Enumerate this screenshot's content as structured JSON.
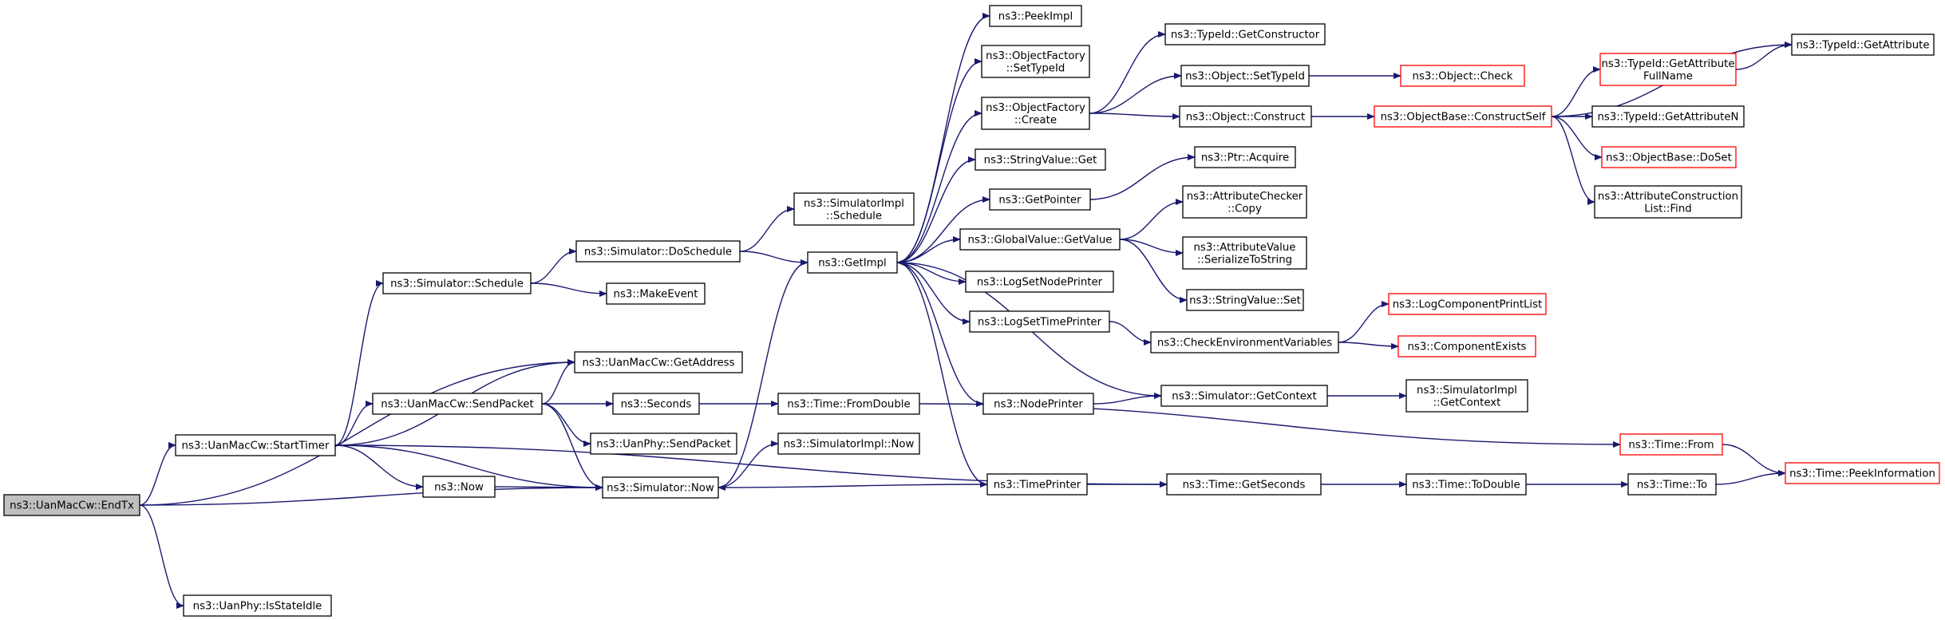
{
  "colors": {
    "edge": "#191970",
    "box_border": "#000000",
    "box_border_truncated": "#ff0000",
    "root_fill": "#bfbfbf"
  },
  "nodes": [
    {
      "id": "endtx",
      "lines": [
        "ns3::UanMacCw::EndTx"
      ],
      "style": "root"
    },
    {
      "id": "isidle",
      "lines": [
        "ns3::UanPhy::IsStateIdle"
      ],
      "style": "normal"
    },
    {
      "id": "starttimer",
      "lines": [
        "ns3::UanMacCw::StartTimer"
      ],
      "style": "normal"
    },
    {
      "id": "getaddress",
      "lines": [
        "ns3::UanMacCw::GetAddress"
      ],
      "style": "normal"
    },
    {
      "id": "simnow",
      "lines": [
        "ns3::Simulator::Now"
      ],
      "style": "normal"
    },
    {
      "id": "timegetseconds",
      "lines": [
        "ns3::Time::GetSeconds"
      ],
      "style": "normal"
    },
    {
      "id": "simschedule",
      "lines": [
        "ns3::Simulator::Schedule"
      ],
      "style": "normal"
    },
    {
      "id": "sendpacket",
      "lines": [
        "ns3::UanMacCw::SendPacket"
      ],
      "style": "normal"
    },
    {
      "id": "now",
      "lines": [
        "ns3::Now"
      ],
      "style": "normal"
    },
    {
      "id": "doschedule",
      "lines": [
        "ns3::Simulator::DoSchedule"
      ],
      "style": "normal"
    },
    {
      "id": "makeevent",
      "lines": [
        "ns3::MakeEvent"
      ],
      "style": "normal"
    },
    {
      "id": "simimplschedule",
      "lines": [
        "ns3::SimulatorImpl",
        "::Schedule"
      ],
      "style": "normal"
    },
    {
      "id": "getimpl",
      "lines": [
        "ns3::GetImpl"
      ],
      "style": "normal"
    },
    {
      "id": "seconds",
      "lines": [
        "ns3::Seconds"
      ],
      "style": "normal"
    },
    {
      "id": "physend",
      "lines": [
        "ns3::UanPhy::SendPacket"
      ],
      "style": "normal"
    },
    {
      "id": "timefromdouble",
      "lines": [
        "ns3::Time::FromDouble"
      ],
      "style": "normal"
    },
    {
      "id": "simimplnow",
      "lines": [
        "ns3::SimulatorImpl::Now"
      ],
      "style": "normal"
    },
    {
      "id": "peekimpl",
      "lines": [
        "ns3::PeekImpl"
      ],
      "style": "normal"
    },
    {
      "id": "ofsettypeid",
      "lines": [
        "ns3::ObjectFactory",
        "::SetTypeId"
      ],
      "style": "normal"
    },
    {
      "id": "ofcreate",
      "lines": [
        "ns3::ObjectFactory",
        "::Create"
      ],
      "style": "normal"
    },
    {
      "id": "stringvalueget",
      "lines": [
        "ns3::StringValue::Get"
      ],
      "style": "normal"
    },
    {
      "id": "getpointer",
      "lines": [
        "ns3::GetPointer"
      ],
      "style": "normal"
    },
    {
      "id": "gvgetvalue",
      "lines": [
        "ns3::GlobalValue::GetValue"
      ],
      "style": "normal"
    },
    {
      "id": "logsetnode",
      "lines": [
        "ns3::LogSetNodePrinter"
      ],
      "style": "normal"
    },
    {
      "id": "logsettime",
      "lines": [
        "ns3::LogSetTimePrinter"
      ],
      "style": "normal"
    },
    {
      "id": "nodeprinter",
      "lines": [
        "ns3::NodePrinter"
      ],
      "style": "normal"
    },
    {
      "id": "timeprinter",
      "lines": [
        "ns3::TimePrinter"
      ],
      "style": "normal"
    },
    {
      "id": "tidgetctor",
      "lines": [
        "ns3::TypeId::GetConstructor"
      ],
      "style": "normal"
    },
    {
      "id": "objsettypeid",
      "lines": [
        "ns3::Object::SetTypeId"
      ],
      "style": "normal"
    },
    {
      "id": "objconstruct",
      "lines": [
        "ns3::Object::Construct"
      ],
      "style": "normal"
    },
    {
      "id": "ptracquire",
      "lines": [
        "ns3::Ptr::Acquire"
      ],
      "style": "normal"
    },
    {
      "id": "acheckercopy",
      "lines": [
        "ns3::AttributeChecker",
        "::Copy"
      ],
      "style": "normal"
    },
    {
      "id": "avserialize",
      "lines": [
        "ns3::AttributeValue",
        "::SerializeToString"
      ],
      "style": "normal"
    },
    {
      "id": "stringvalueset",
      "lines": [
        "ns3::StringValue::Set"
      ],
      "style": "normal"
    },
    {
      "id": "checkenv",
      "lines": [
        "ns3::CheckEnvironmentVariables"
      ],
      "style": "normal"
    },
    {
      "id": "simgetcontext",
      "lines": [
        "ns3::Simulator::GetContext"
      ],
      "style": "normal"
    },
    {
      "id": "objcheck",
      "lines": [
        "ns3::Object::Check"
      ],
      "style": "truncated"
    },
    {
      "id": "obconstructself",
      "lines": [
        "ns3::ObjectBase::ConstructSelf"
      ],
      "style": "truncated"
    },
    {
      "id": "logcompprint",
      "lines": [
        "ns3::LogComponentPrintList"
      ],
      "style": "truncated"
    },
    {
      "id": "compexists",
      "lines": [
        "ns3::ComponentExists"
      ],
      "style": "truncated"
    },
    {
      "id": "simimplgetcontext",
      "lines": [
        "ns3::SimulatorImpl",
        "::GetContext"
      ],
      "style": "normal"
    },
    {
      "id": "timefrom",
      "lines": [
        "ns3::Time::From"
      ],
      "style": "truncated"
    },
    {
      "id": "timetodouble",
      "lines": [
        "ns3::Time::ToDouble"
      ],
      "style": "normal"
    },
    {
      "id": "timeto",
      "lines": [
        "ns3::Time::To"
      ],
      "style": "normal"
    },
    {
      "id": "tidgetattrfull",
      "lines": [
        "ns3::TypeId::GetAttribute",
        "FullName"
      ],
      "style": "truncated"
    },
    {
      "id": "tidgetattrn",
      "lines": [
        "ns3::TypeId::GetAttributeN"
      ],
      "style": "normal"
    },
    {
      "id": "obdoset",
      "lines": [
        "ns3::ObjectBase::DoSet"
      ],
      "style": "truncated"
    },
    {
      "id": "acllistfind",
      "lines": [
        "ns3::AttributeConstruction",
        "List::Find"
      ],
      "style": "normal"
    },
    {
      "id": "tidgetattr",
      "lines": [
        "ns3::TypeId::GetAttribute"
      ],
      "style": "normal"
    },
    {
      "id": "timepeekinfo",
      "lines": [
        "ns3::Time::PeekInformation"
      ],
      "style": "truncated"
    }
  ],
  "edges": [
    [
      "endtx",
      "getaddress"
    ],
    [
      "endtx",
      "starttimer"
    ],
    [
      "endtx",
      "simnow"
    ],
    [
      "endtx",
      "isidle"
    ],
    [
      "starttimer",
      "simschedule"
    ],
    [
      "starttimer",
      "getaddress"
    ],
    [
      "starttimer",
      "sendpacket"
    ],
    [
      "starttimer",
      "now"
    ],
    [
      "starttimer",
      "simnow"
    ],
    [
      "starttimer",
      "timegetseconds"
    ],
    [
      "simschedule",
      "doschedule"
    ],
    [
      "simschedule",
      "makeevent"
    ],
    [
      "doschedule",
      "simimplschedule"
    ],
    [
      "doschedule",
      "getimpl"
    ],
    [
      "sendpacket",
      "getaddress"
    ],
    [
      "sendpacket",
      "seconds"
    ],
    [
      "sendpacket",
      "physend"
    ],
    [
      "sendpacket",
      "simnow"
    ],
    [
      "now",
      "simnow"
    ],
    [
      "simnow",
      "getimpl"
    ],
    [
      "simnow",
      "simimplnow"
    ],
    [
      "seconds",
      "timefromdouble"
    ],
    [
      "timefromdouble",
      "timefrom"
    ],
    [
      "getimpl",
      "peekimpl"
    ],
    [
      "getimpl",
      "ofsettypeid"
    ],
    [
      "getimpl",
      "ofcreate"
    ],
    [
      "getimpl",
      "stringvalueget"
    ],
    [
      "getimpl",
      "getpointer"
    ],
    [
      "getimpl",
      "gvgetvalue"
    ],
    [
      "getimpl",
      "logsetnode"
    ],
    [
      "getimpl",
      "logsettime"
    ],
    [
      "getimpl",
      "nodeprinter"
    ],
    [
      "getimpl",
      "timeprinter"
    ],
    [
      "ofcreate",
      "tidgetctor"
    ],
    [
      "ofcreate",
      "objsettypeid"
    ],
    [
      "ofcreate",
      "objconstruct"
    ],
    [
      "objsettypeid",
      "objcheck"
    ],
    [
      "objconstruct",
      "obconstructself"
    ],
    [
      "obconstructself",
      "tidgetattrfull"
    ],
    [
      "obconstructself",
      "tidgetattr"
    ],
    [
      "obconstructself",
      "tidgetattrn"
    ],
    [
      "obconstructself",
      "obdoset"
    ],
    [
      "obconstructself",
      "acllistfind"
    ],
    [
      "tidgetattrfull",
      "tidgetattr"
    ],
    [
      "getpointer",
      "ptracquire"
    ],
    [
      "gvgetvalue",
      "acheckercopy"
    ],
    [
      "gvgetvalue",
      "avserialize"
    ],
    [
      "gvgetvalue",
      "stringvalueset"
    ],
    [
      "logsettime",
      "checkenv"
    ],
    [
      "checkenv",
      "logcompprint"
    ],
    [
      "checkenv",
      "compexists"
    ],
    [
      "nodeprinter",
      "simgetcontext"
    ],
    [
      "simgetcontext",
      "getimpl"
    ],
    [
      "simgetcontext",
      "simimplgetcontext"
    ],
    [
      "timeprinter",
      "simnow"
    ],
    [
      "timeprinter",
      "timegetseconds"
    ],
    [
      "timegetseconds",
      "timetodouble"
    ],
    [
      "timetodouble",
      "timeto"
    ],
    [
      "timeto",
      "timepeekinfo"
    ],
    [
      "timefrom",
      "timepeekinfo"
    ]
  ]
}
